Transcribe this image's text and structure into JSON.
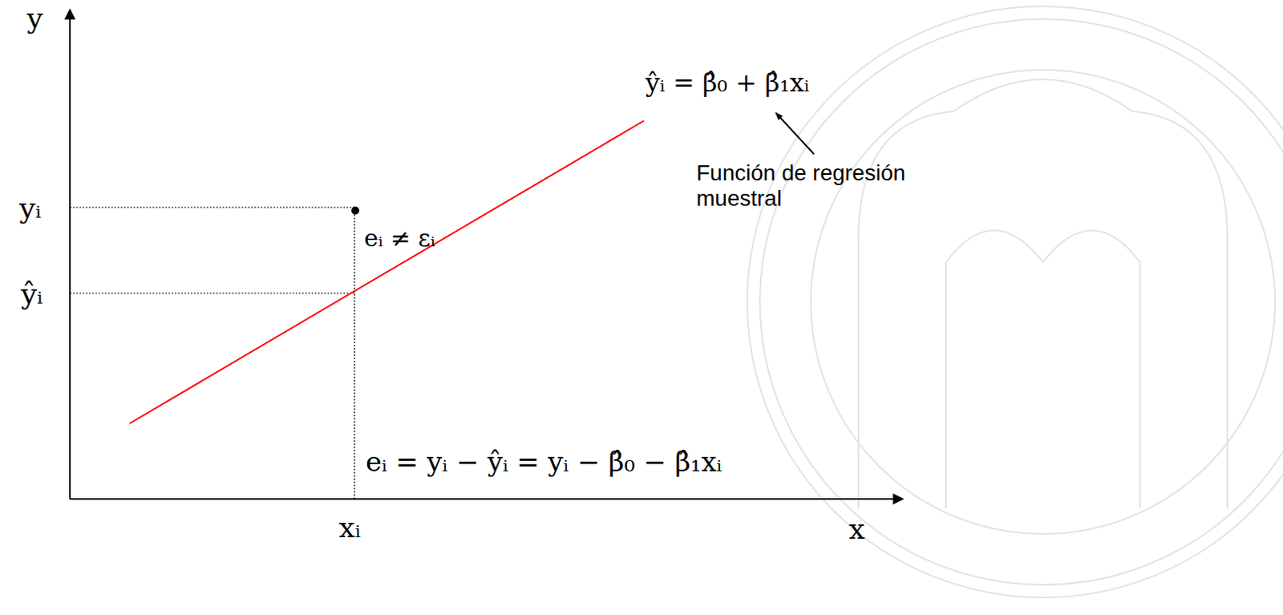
{
  "diagram": {
    "labels": [
      "y",
      "yᵢ",
      "ŷᵢ",
      "xᵢ",
      "x",
      "eᵢ ≠ εᵢ",
      "ŷᵢ = β̂₀ + β̂₁xᵢ",
      "Función de regresión muestral",
      "eᵢ = yᵢ − ŷᵢ = yᵢ − β̂₀ − β̂₁xᵢ"
    ]
  }
}
